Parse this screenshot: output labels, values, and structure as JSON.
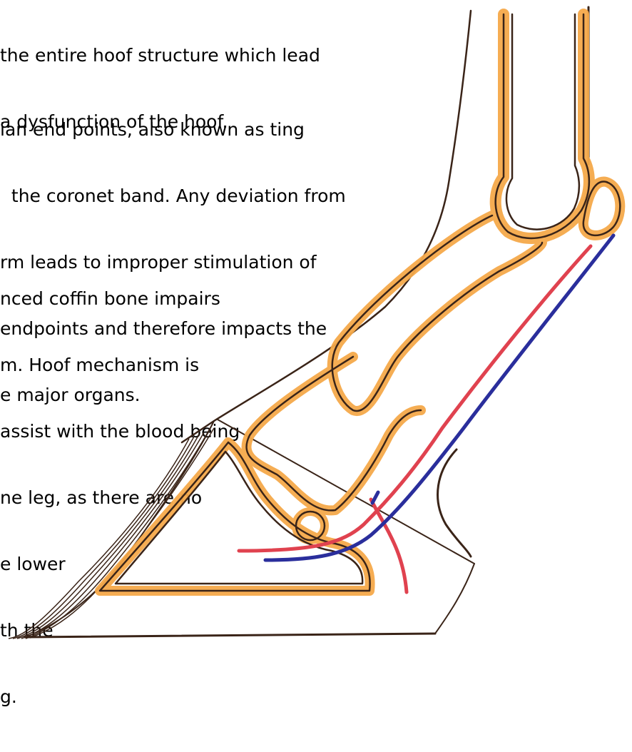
{
  "text": {
    "paragraphs": [
      {
        "lines": [
          "the entire hoof structure which lead",
          "a dysfunction of the hoof."
        ]
      },
      {
        "lines": [
          "ian end points, also known as ting",
          "  the coronet band. Any deviation from",
          "rm leads to improper stimulation of",
          "endpoints and therefore impacts the",
          "e major organs."
        ]
      },
      {
        "lines": [
          "nced coffin bone impairs",
          "m. Hoof mechanism is",
          "assist with the blood being",
          "ne leg, as there are no",
          "e lower",
          "th the",
          "g."
        ]
      }
    ]
  },
  "colors": {
    "bone_fill": "#f5a94a",
    "outline": "#3a2418",
    "artery": "#e0424f",
    "vein": "#2a2e9c",
    "background": "#ffffff"
  }
}
